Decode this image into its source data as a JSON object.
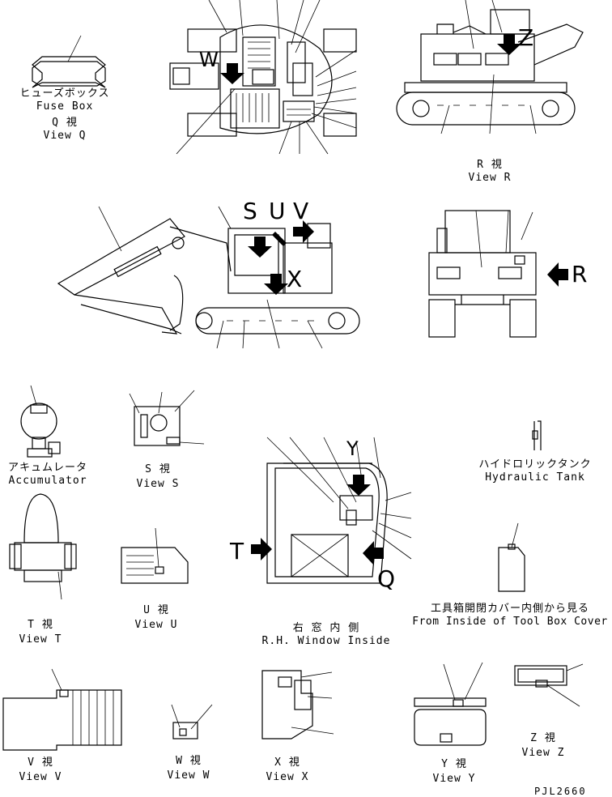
{
  "drawing_code": "PJL2660",
  "arrow_letters": {
    "S": "S",
    "U": "U",
    "V": "V",
    "W": "W",
    "X": "X",
    "Y": "Y",
    "Z": "Z",
    "R": "R",
    "T": "T",
    "Q": "Q"
  },
  "views": {
    "fuse_box": {
      "jp_name": "ヒューズボックス",
      "en_name": "Fuse Box",
      "jp_view": "Q 視",
      "en_view": "View Q"
    },
    "view_r": {
      "jp_view": "R 視",
      "en_view": "View R"
    },
    "accumulator": {
      "jp_name": "アキュムレータ",
      "en_name": "Accumulator"
    },
    "view_s": {
      "jp_view": "S 視",
      "en_view": "View S"
    },
    "hydraulic_tank": {
      "jp_name": "ハイドロリックタンク",
      "en_name": "Hydraulic Tank"
    },
    "view_t": {
      "jp_view": "T 視",
      "en_view": "View T"
    },
    "view_u": {
      "jp_view": "U 視",
      "en_view": "View U"
    },
    "rh_window": {
      "jp_name": "右 窓 内 側",
      "en_name": "R.H. Window Inside"
    },
    "tool_box": {
      "jp_name": "工具箱開閉カバー内側から見る",
      "en_name": "From Inside of Tool Box Cover"
    },
    "view_v": {
      "jp_view": "V 視",
      "en_view": "View V"
    },
    "view_w": {
      "jp_view": "W 視",
      "en_view": "View W"
    },
    "view_x": {
      "jp_view": "X 視",
      "en_view": "View X"
    },
    "view_y": {
      "jp_view": "Y 視",
      "en_view": "View Y"
    },
    "view_z": {
      "jp_view": "Z 視",
      "en_view": "View Z"
    }
  }
}
